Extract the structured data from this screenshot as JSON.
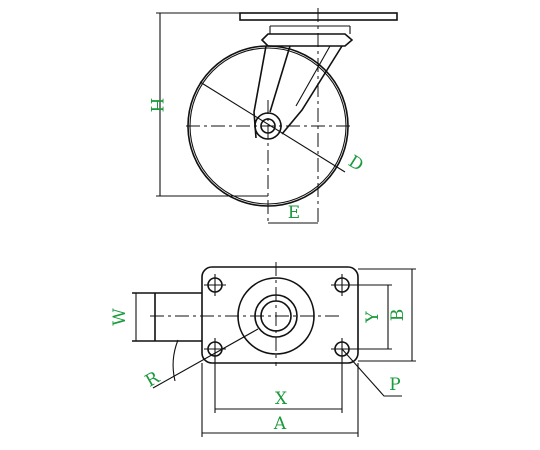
{
  "labels": {
    "H": "H",
    "D": "D",
    "E": "E",
    "W": "W",
    "Y": "Y",
    "B": "B",
    "R": "R",
    "P": "P",
    "X": "X",
    "A": "A"
  },
  "colors": {
    "label": "#1a9a3c",
    "line": "#111111",
    "background": "#ffffff"
  }
}
